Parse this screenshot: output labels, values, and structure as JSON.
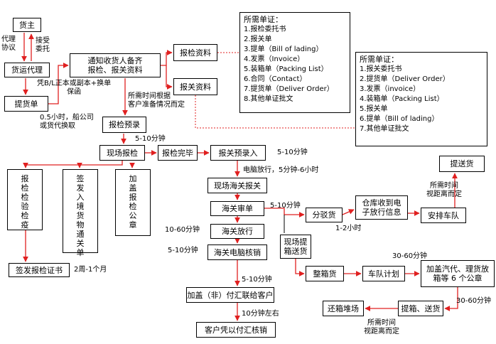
{
  "nodes": {
    "n1": "货主",
    "n2": "货运代理",
    "n3": "提货单",
    "n4": "通知收货人备齐\n报检、报关资料",
    "n5": "报检资料",
    "n6": "报关资料",
    "n7": "报检预录",
    "n8": "现场报检",
    "n9": "报检完毕",
    "n10": "报关预录入",
    "n11": "现场海关报关",
    "n12": "海关审单",
    "n13": "海关放行",
    "n14": "海关电脑核销",
    "n15": "加盖（非）付汇联给客户",
    "n16": "客户凭以付汇核销",
    "n17": "报检检验检疫",
    "n18": "签发入境货物通关单",
    "n19": "加盖报检公章",
    "n20": "签发报检证书",
    "n21": "分驳货",
    "n22": "仓库收到电\n子放行信息",
    "n23": "安排车队",
    "n24": "提送货",
    "n25": "现场提\n箱送货",
    "n26": "整箱货",
    "n27": "车队计划",
    "n28": "加盖汽代、理货放\n箱等 6 个公章",
    "n29": "提箱、送货",
    "n30": "还箱堆场"
  },
  "note1": {
    "title": "所需单证：",
    "items": [
      "1.报检委托书",
      "2.报关单",
      "3.提单（Bill of lading）",
      "4.发票（Invoice）",
      "5.装箱单（Packing List）",
      "6.合同（Contact）",
      "7.提货单（Deliver Order）",
      "8.其他单证批文"
    ]
  },
  "note2": {
    "title": "所需单证：",
    "items": [
      "1.报关委托书",
      "2.提货单（Deliver Order）",
      "3.发票（invoice）",
      "4.装箱单（Packing List）",
      "5.报关单",
      "6.提单（Bill of lading）",
      "7.其他单证批文"
    ]
  },
  "labels": {
    "l1": "代理\n协议",
    "l2": "接受\n委托",
    "l3": "凭B/L正本或副本+换单\n保函",
    "l4": "0.5小时，船公司\n或货代换取",
    "l5": "所需时间根据\n客户准备情况而定",
    "l6": "5-10分钟",
    "l7": "5-10分钟",
    "l8": "电脑放行，5分钟-6小时",
    "l9": "5-10分钟",
    "l10": "10-60分钟",
    "l11": "5-10分钟",
    "l12": "5-10分钟",
    "l13": "10分钟左右",
    "l14": "2周-1个月",
    "l15": "1-2小时",
    "l16": "所需时间\n视距离而定",
    "l17": "30-60分钟",
    "l18": "30-60分钟",
    "l19": "所需时间\n视距离而定"
  },
  "colors": {
    "arrow": "#e02020",
    "line": "#000000",
    "border": "#000000"
  }
}
